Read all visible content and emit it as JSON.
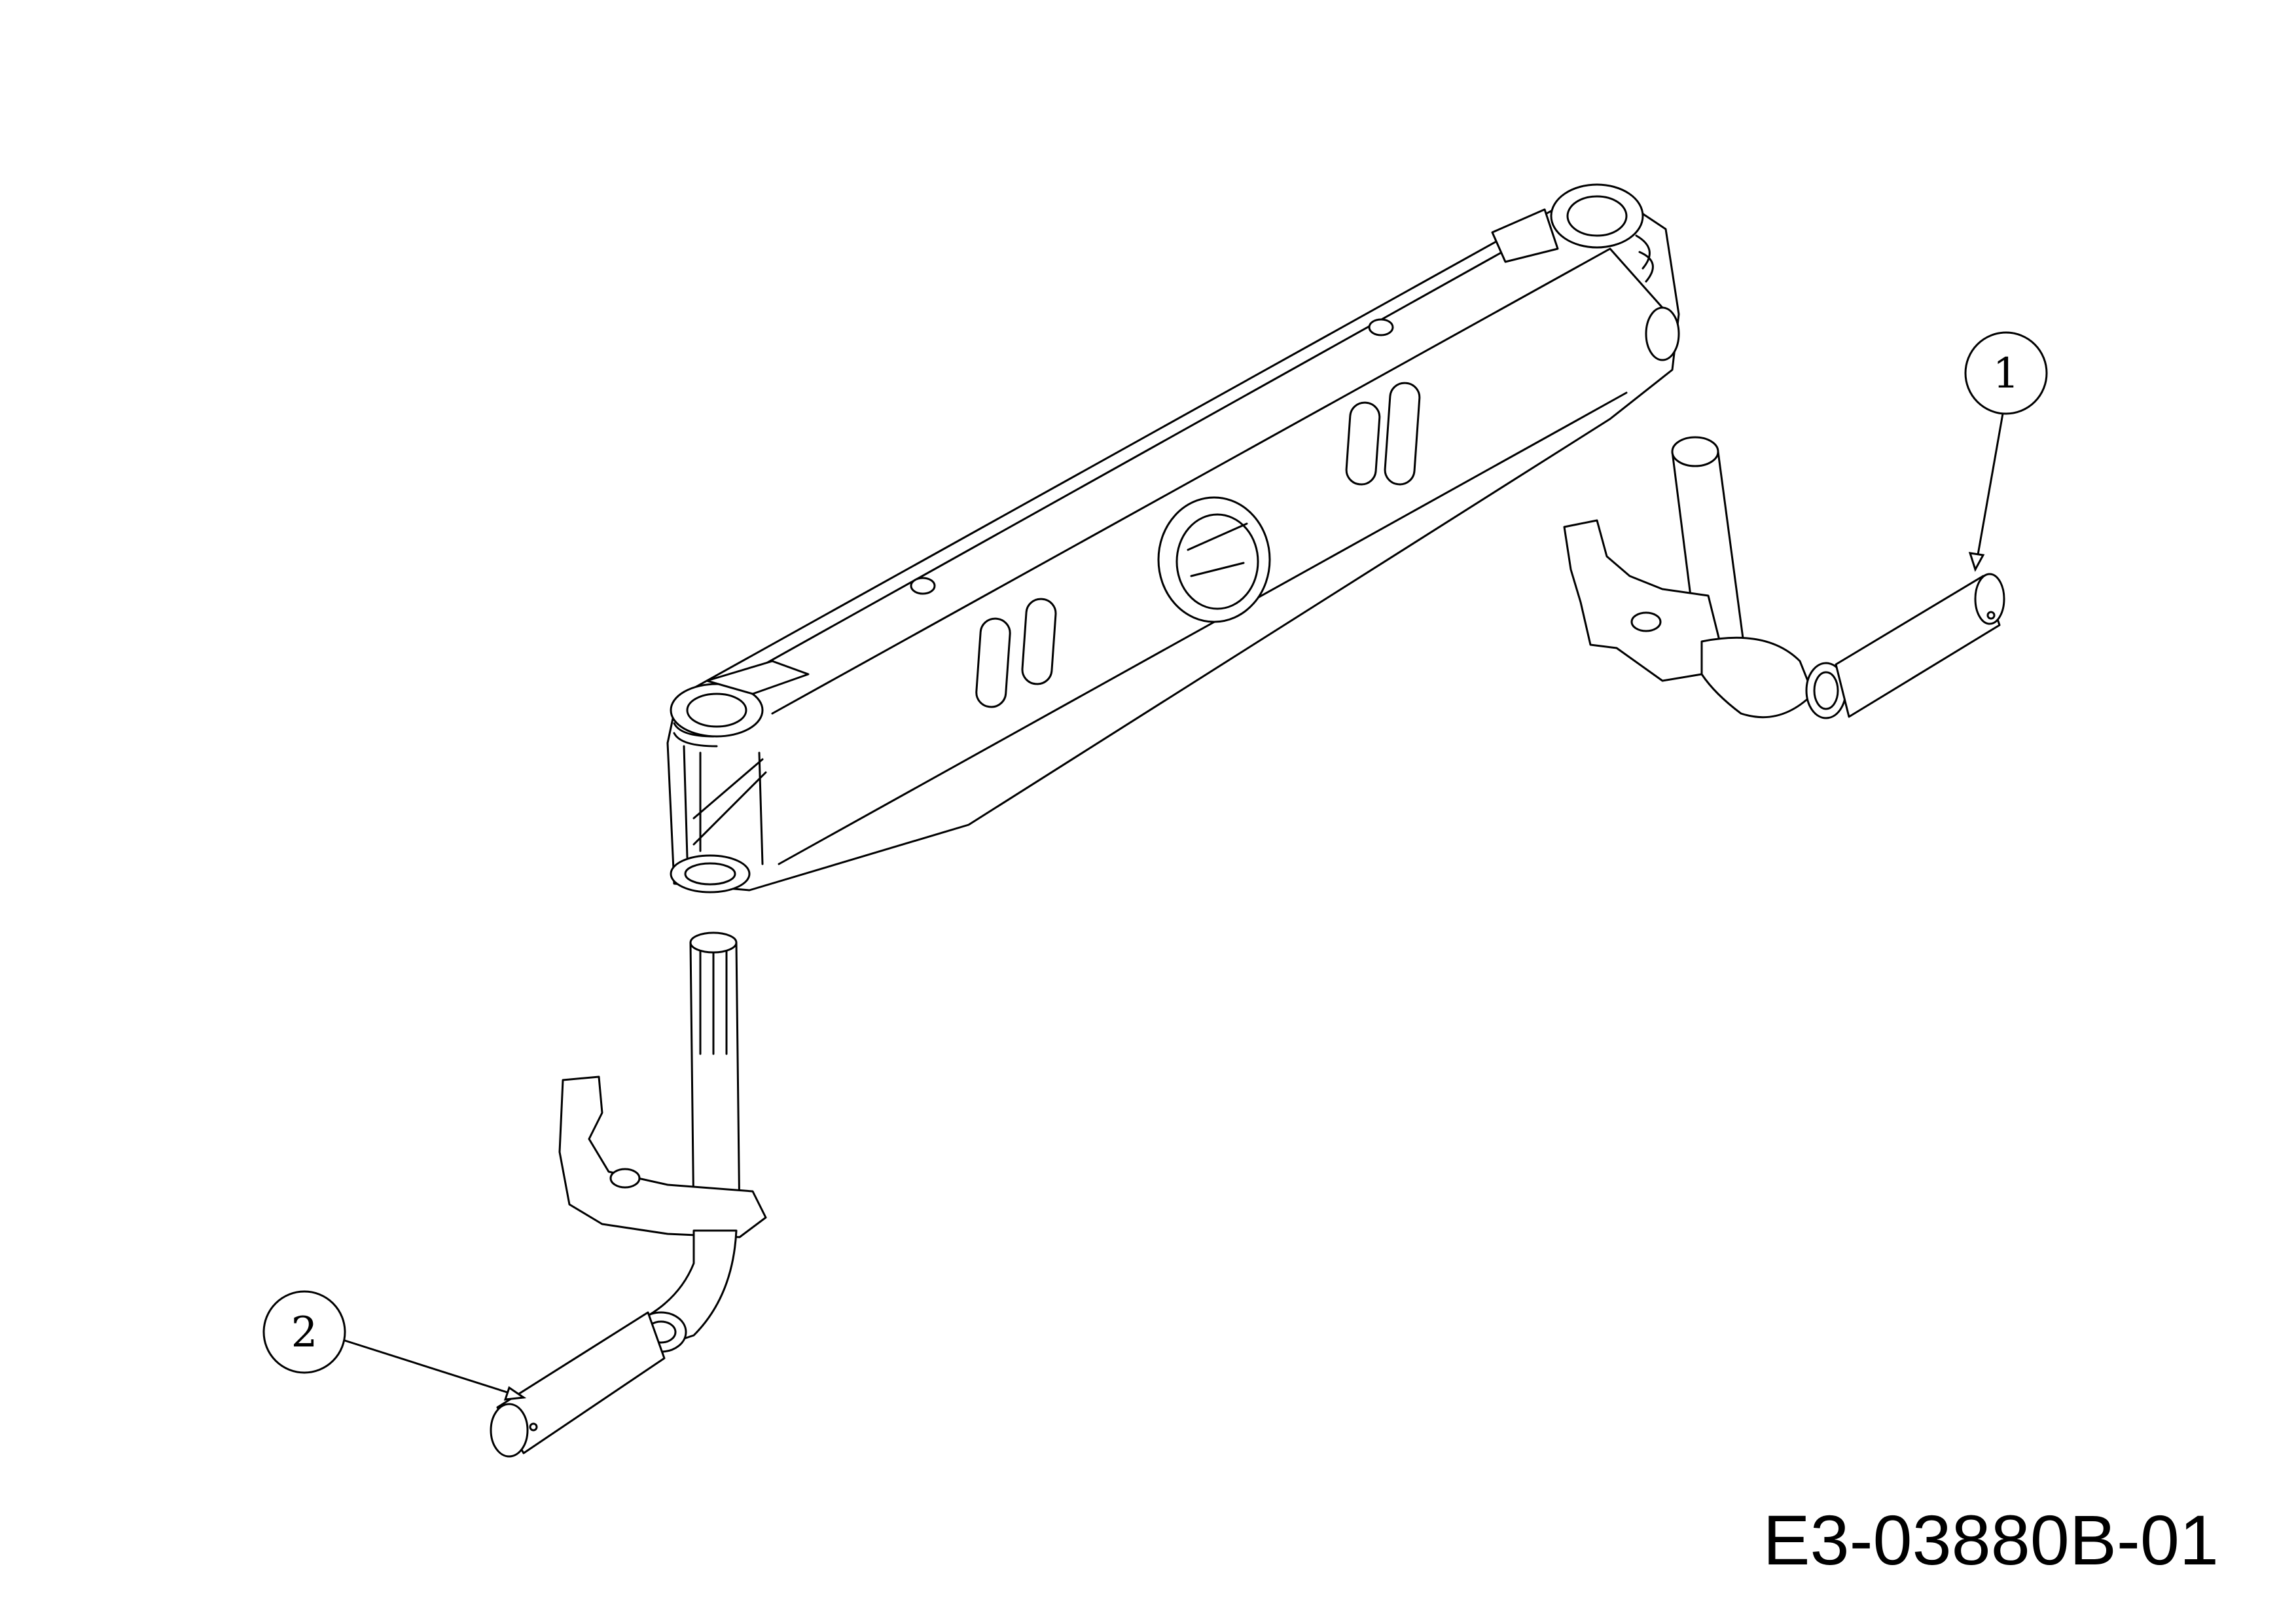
{
  "callouts": [
    {
      "id": "1",
      "label": "1"
    },
    {
      "id": "2",
      "label": "2"
    }
  ],
  "drawing_code": "E3-03880B-01",
  "colors": {
    "line": "#000000",
    "background": "#ffffff"
  }
}
